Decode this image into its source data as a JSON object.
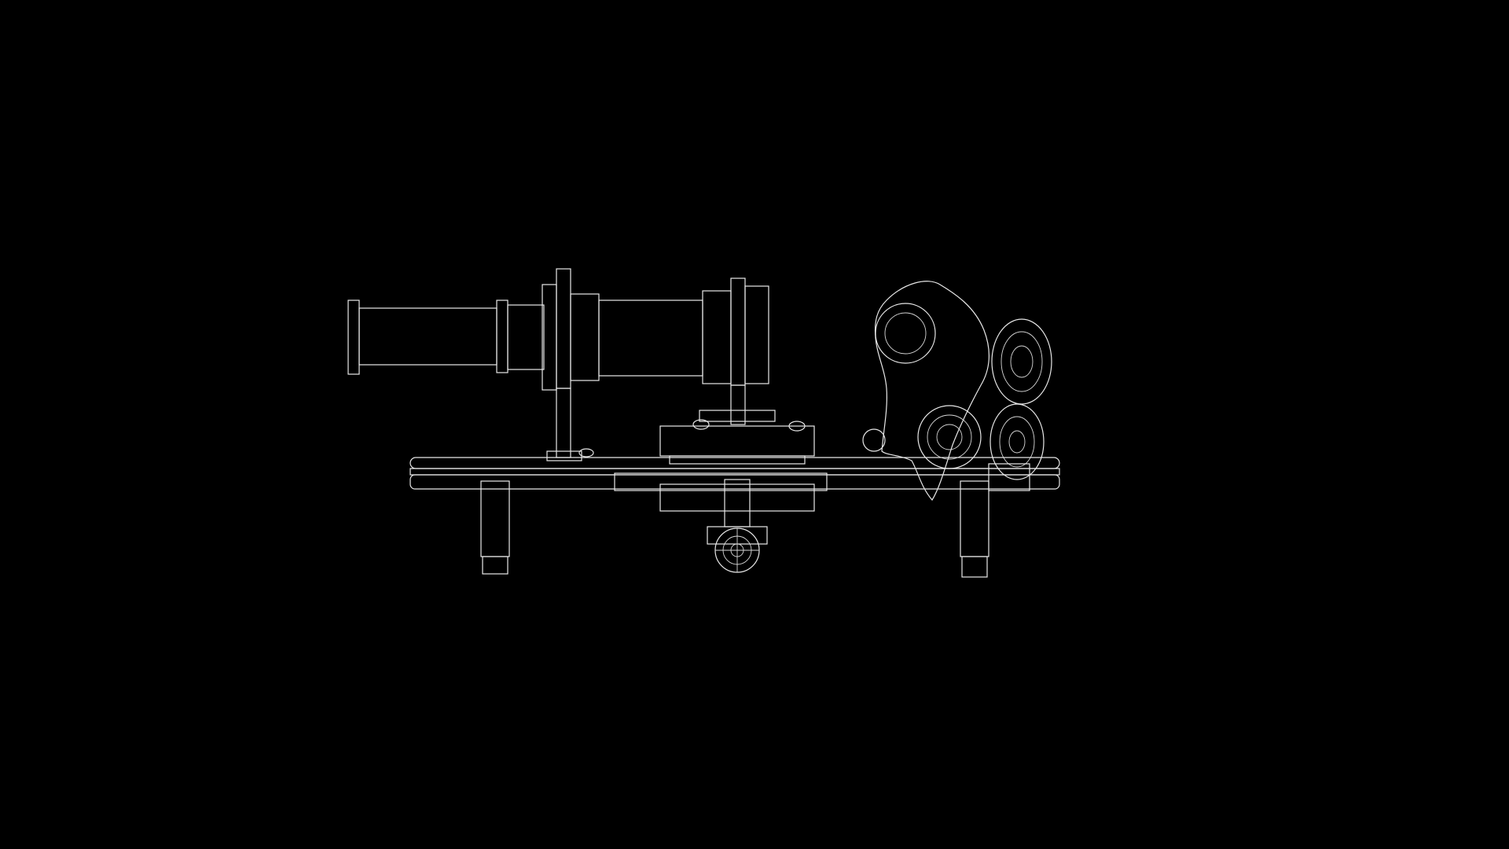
{
  "viewport": {
    "background": "#000000",
    "wire_color": "#e8e8e8",
    "render_mode": "wireframe"
  },
  "model": {
    "view": "side elevation",
    "parts": [
      "eyepiece-tube",
      "main-tube",
      "tube-flange-left",
      "tube-flange-right",
      "support-post-left",
      "support-post-right",
      "center-hub",
      "base-rail",
      "leg-left",
      "leg-right",
      "center-post",
      "adjustment-knob",
      "turret-large",
      "turret-small-upper",
      "turret-small-lower"
    ]
  }
}
